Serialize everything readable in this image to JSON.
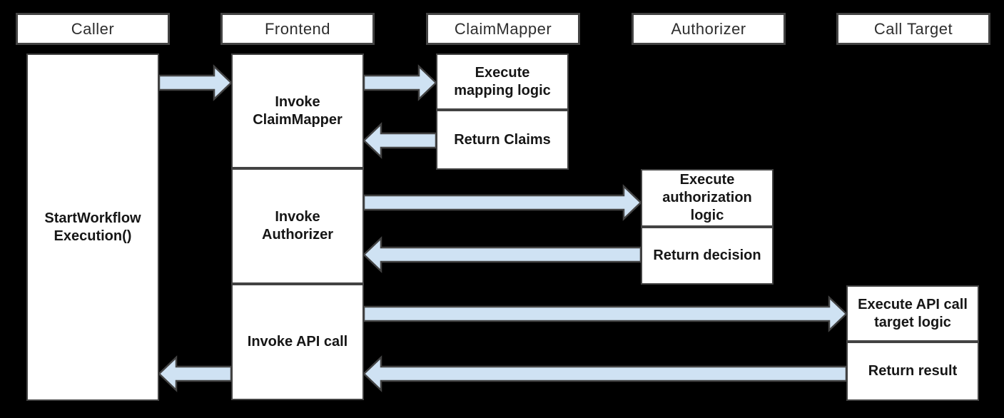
{
  "diagram": {
    "kind": "sequence-flow-diagram",
    "background_color": "#000000",
    "box_fill": "#ffffff",
    "box_border_color": "#434343",
    "arrow_fill": "#cfe2f3",
    "arrow_border_color": "#434343",
    "lanes": [
      {
        "id": "caller",
        "label": "Caller"
      },
      {
        "id": "frontend",
        "label": "Frontend"
      },
      {
        "id": "claimmapper",
        "label": "ClaimMapper"
      },
      {
        "id": "authorizer",
        "label": "Authorizer"
      },
      {
        "id": "call-target",
        "label": "Call Target"
      }
    ],
    "nodes": {
      "caller_main": [
        "StartWorkflow",
        "Execution()"
      ],
      "frontend_invoke_cm": [
        "Invoke",
        "ClaimMapper"
      ],
      "frontend_invoke_az": [
        "Invoke",
        "Authorizer"
      ],
      "frontend_invoke_api": [
        "Invoke API call"
      ],
      "cm_execute": [
        "Execute",
        "mapping logic"
      ],
      "cm_return": [
        "Return Claims"
      ],
      "az_execute": [
        "Execute",
        "authorization",
        "logic"
      ],
      "az_return": [
        "Return decision"
      ],
      "ct_execute": [
        "Execute API call",
        "target logic"
      ],
      "ct_return": [
        "Return result"
      ]
    },
    "edges": [
      {
        "from": "Caller",
        "to": "Frontend"
      },
      {
        "from": "Frontend",
        "to": "ClaimMapper"
      },
      {
        "from": "ClaimMapper",
        "to": "Frontend"
      },
      {
        "from": "Frontend",
        "to": "Authorizer"
      },
      {
        "from": "Authorizer",
        "to": "Frontend"
      },
      {
        "from": "Frontend",
        "to": "Call Target"
      },
      {
        "from": "Call Target",
        "to": "Frontend"
      },
      {
        "from": "Frontend",
        "to": "Caller"
      }
    ]
  }
}
